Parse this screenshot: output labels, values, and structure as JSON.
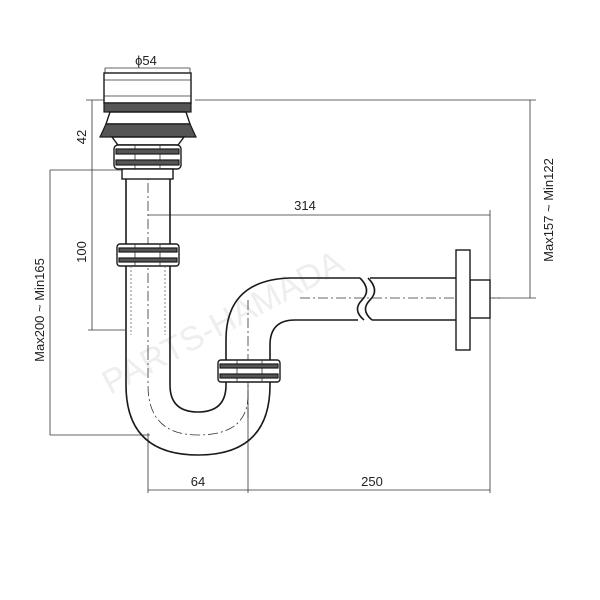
{
  "dimensions": {
    "top_diameter": "ϕ54",
    "cap_height": "42",
    "tube_length": "100",
    "total_height": "Max200 ~ Min165",
    "wall_height": "Max157 ~ Min122",
    "horizontal_length": "314",
    "trap_offset": "64",
    "outlet_length": "250"
  },
  "watermark": "PARTS-HAMADA"
}
